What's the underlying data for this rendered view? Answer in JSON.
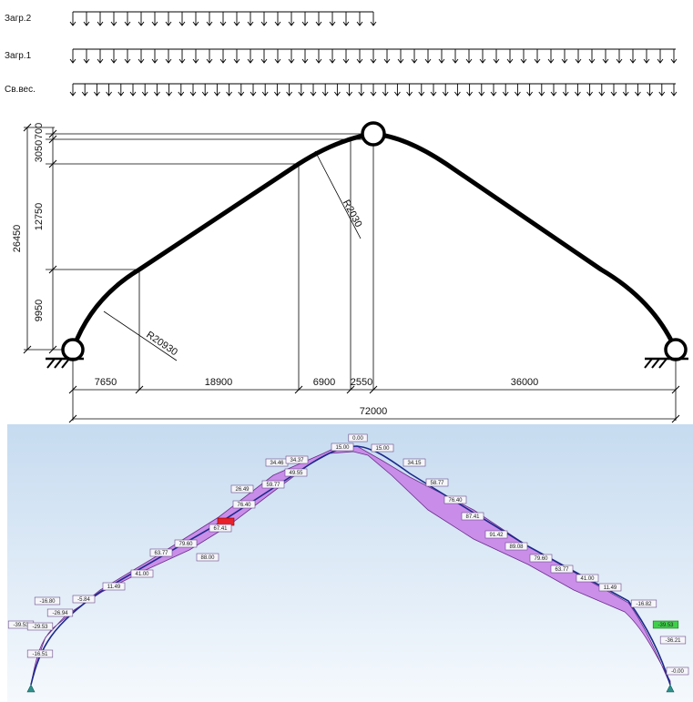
{
  "loads": [
    {
      "label": "Загр.2"
    },
    {
      "label": "Загр.1"
    },
    {
      "label": "Св.вес."
    }
  ],
  "geometry": {
    "vertical_dims": [
      "700",
      "3050",
      "12750",
      "9950",
      "26450"
    ],
    "horizontal_dims": [
      "7650",
      "18900",
      "6900",
      "2550",
      "36000"
    ],
    "total_span": "72000",
    "radius_upper": "R2030",
    "radius_lower": "R20930"
  },
  "colors": {
    "arch": "#000000",
    "diagram_fill": "#c77ee6",
    "diagram_stroke": "#6b2d8c",
    "panel_top": "#c9ddf1",
    "panel_bottom": "#f4f8fc",
    "max_highlight": "#e8202a",
    "min_highlight": "#3fd04a"
  },
  "moment_labels": {
    "left": [
      "-16.51",
      "-39.53",
      "-29.53",
      "-16.80",
      "-26.94",
      "-5.84",
      "11.49",
      "41.00",
      "63.77",
      "79.60",
      "88.00",
      "",
      "67.41",
      "76.40",
      "26.49",
      "59.77",
      "49.55",
      "34.46",
      "34.37",
      "15.00"
    ],
    "apex": "0.00",
    "right": [
      "15.00",
      "34.15",
      "58.77",
      "76.40",
      "87.41",
      "91.42",
      "89.08",
      "79.60",
      "63.77",
      "41.00",
      "11.49",
      "-16.82",
      "-39.53",
      "-36.21",
      "-0.00"
    ]
  },
  "icons": {
    "hinge": "hinge-icon",
    "support": "fixed-support-icon",
    "node": "node-icon"
  }
}
